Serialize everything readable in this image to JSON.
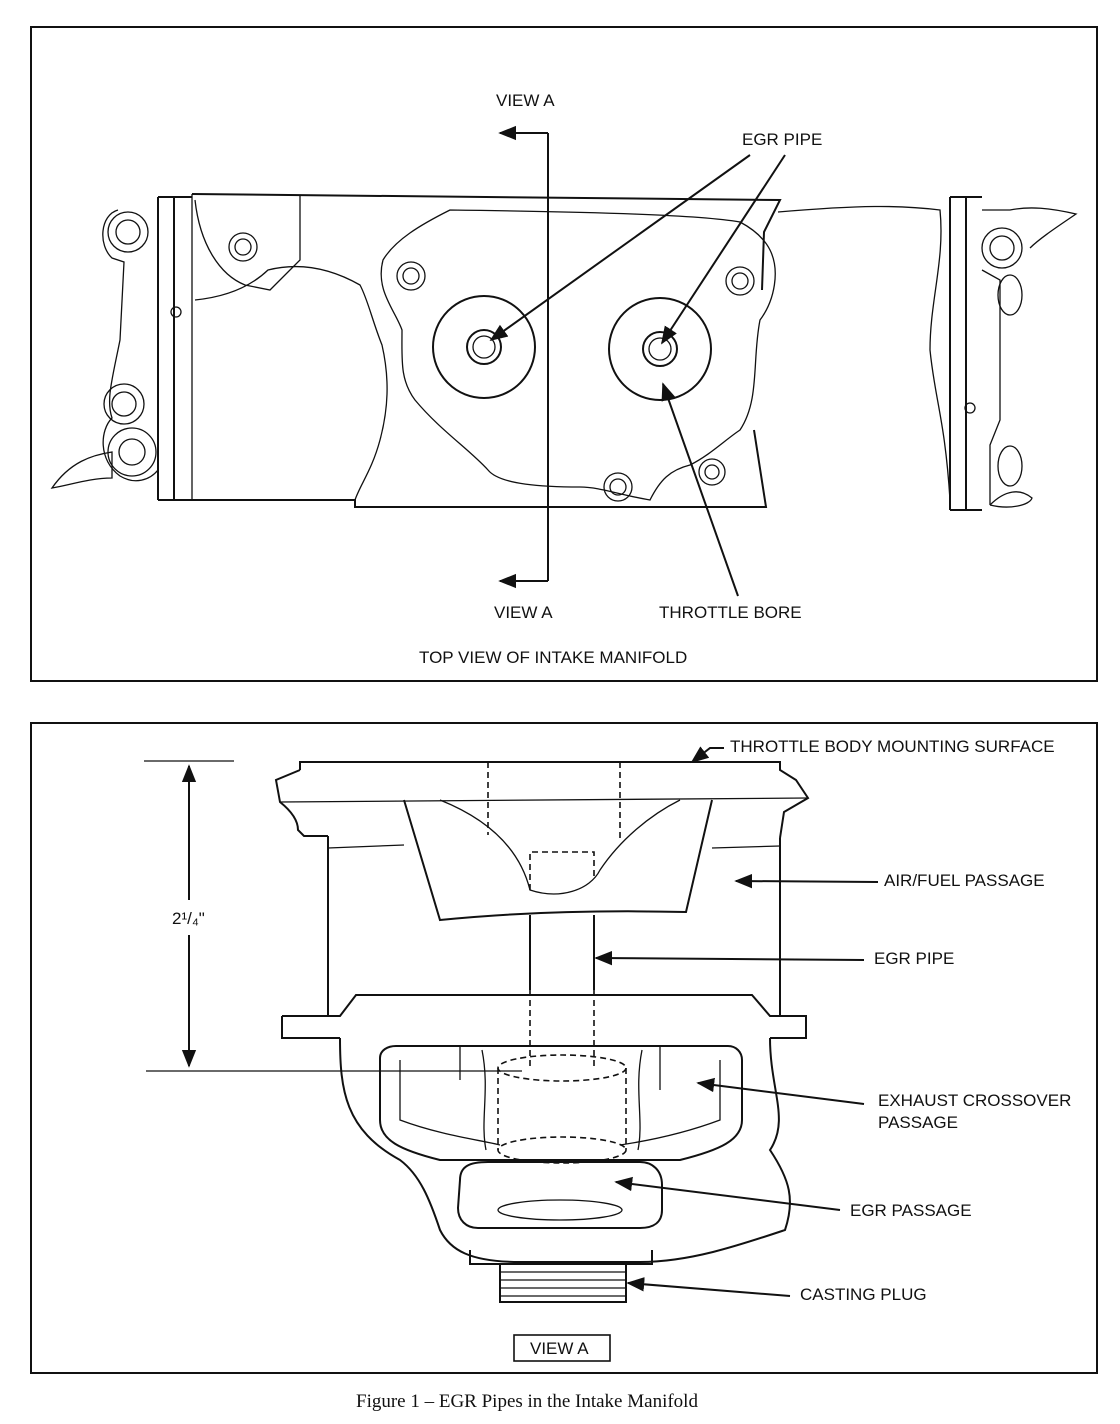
{
  "figure_caption": "Figure 1 – EGR Pipes in the Intake Manifold",
  "top_panel": {
    "title": "TOP VIEW OF INTAKE MANIFOLD",
    "labels": {
      "view_a_top": "VIEW A",
      "view_a_bottom": "VIEW A",
      "egr_pipe": "EGR PIPE",
      "throttle_bore": "THROTTLE BORE"
    }
  },
  "bottom_panel": {
    "view_label": "VIEW A",
    "dimension": "2¹/₄\"",
    "labels": {
      "throttle_body_mounting_surface": "THROTTLE BODY MOUNTING SURFACE",
      "air_fuel_passage": "AIR/FUEL PASSAGE",
      "egr_pipe": "EGR PIPE",
      "exhaust_crossover_line1": "EXHAUST CROSSOVER",
      "exhaust_crossover_line2": "PASSAGE",
      "egr_passage": "EGR PASSAGE",
      "casting_plug": "CASTING PLUG"
    }
  }
}
